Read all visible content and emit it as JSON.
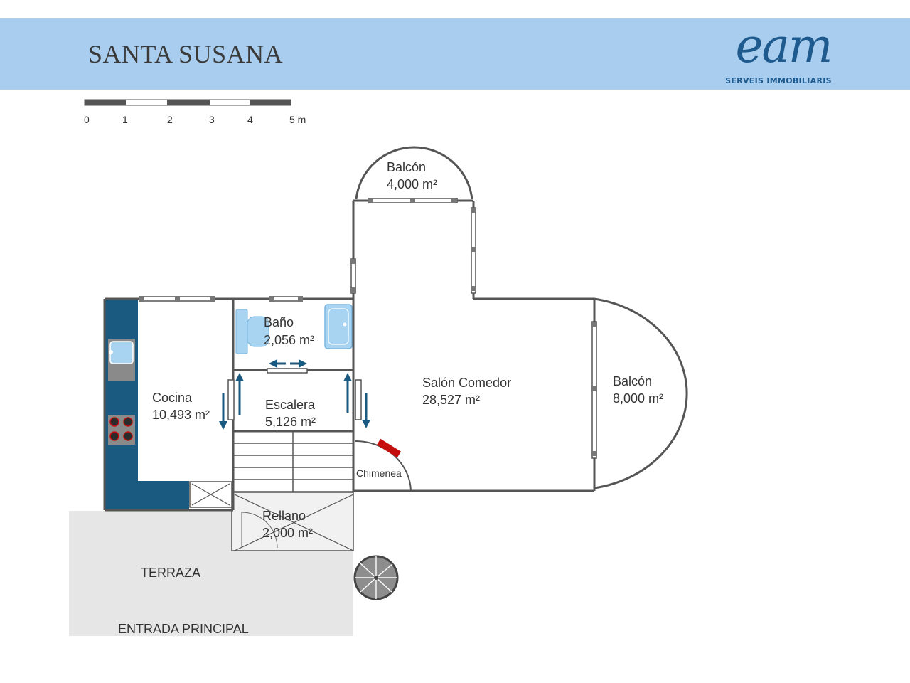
{
  "header": {
    "title": "SANTA SUSANA",
    "logo_text": "eam",
    "logo_subtitle": "SERVEIS IMMOBILIARIS",
    "background_color": "#a9cdee",
    "brand_color": "#1e5a8e"
  },
  "scale_bar": {
    "labels": [
      "0",
      "1",
      "2",
      "3",
      "4",
      "5 m"
    ]
  },
  "rooms": {
    "balcon_top": {
      "name": "Balcón",
      "area": "4,000 m²"
    },
    "bano": {
      "name": "Baño",
      "area": "2,056 m²"
    },
    "cocina": {
      "name": "Cocina",
      "area": "10,493 m²"
    },
    "escalera": {
      "name": "Escalera",
      "area": "5,126 m²"
    },
    "salon": {
      "name": "Salón Comedor",
      "area": "28,527 m²"
    },
    "balcon_right": {
      "name": "Balcón",
      "area": "8,000 m²"
    },
    "chimenea": {
      "name": "Chimenea"
    },
    "rellano": {
      "name": "Rellano",
      "area": "2,000 m²"
    }
  },
  "labels": {
    "terraza": "TERRAZA",
    "entrada": "ENTRADA PRINCIPAL"
  },
  "colors": {
    "kitchen_counter": "#1b5a80",
    "fixtures": "#a8d4f2",
    "arrows": "#1b5a80",
    "fireplace": "#c40d0d",
    "terrace": "#e6e6e6",
    "walls": "#555555"
  },
  "icons": {
    "sink": "sink-icon",
    "stove": "stove-icon",
    "toilet": "toilet-icon",
    "bathtub": "bathtub-icon",
    "spiral_stair": "spiral-staircase-icon",
    "fireplace": "fireplace-icon"
  }
}
